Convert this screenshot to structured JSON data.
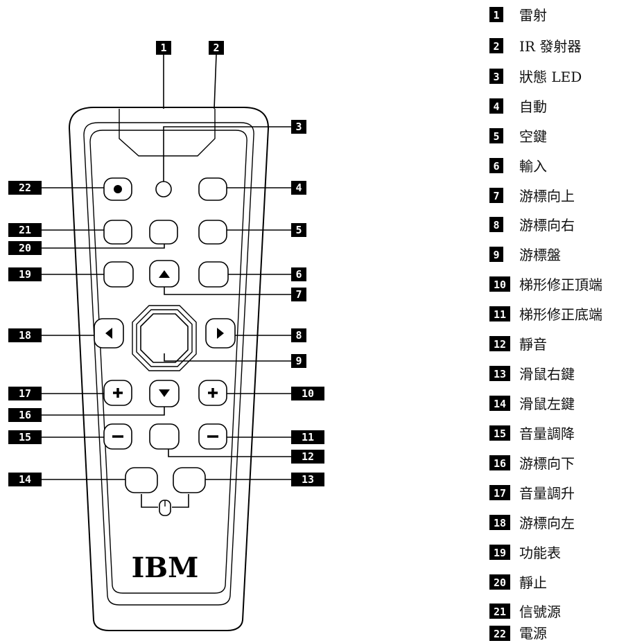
{
  "logo_text": "IBM",
  "callouts": [
    {
      "num": "1",
      "label": "雷射"
    },
    {
      "num": "2",
      "label": "IR 發射器"
    },
    {
      "num": "3",
      "label": "狀態 LED"
    },
    {
      "num": "4",
      "label": "自動"
    },
    {
      "num": "5",
      "label": "空鍵"
    },
    {
      "num": "6",
      "label": "輸入"
    },
    {
      "num": "7",
      "label": "游標向上"
    },
    {
      "num": "8",
      "label": "游標向右"
    },
    {
      "num": "9",
      "label": "游標盤"
    },
    {
      "num": "10",
      "label": "梯形修正頂端"
    },
    {
      "num": "11",
      "label": "梯形修正底端"
    },
    {
      "num": "12",
      "label": "靜音"
    },
    {
      "num": "13",
      "label": "滑鼠右鍵"
    },
    {
      "num": "14",
      "label": "滑鼠左鍵"
    },
    {
      "num": "15",
      "label": "音量調降"
    },
    {
      "num": "16",
      "label": "游標向下"
    },
    {
      "num": "17",
      "label": "音量調升"
    },
    {
      "num": "18",
      "label": "游標向左"
    },
    {
      "num": "19",
      "label": "功能表"
    },
    {
      "num": "20",
      "label": "靜止"
    },
    {
      "num": "21",
      "label": "信號源"
    },
    {
      "num": "22",
      "label": "電源"
    }
  ]
}
